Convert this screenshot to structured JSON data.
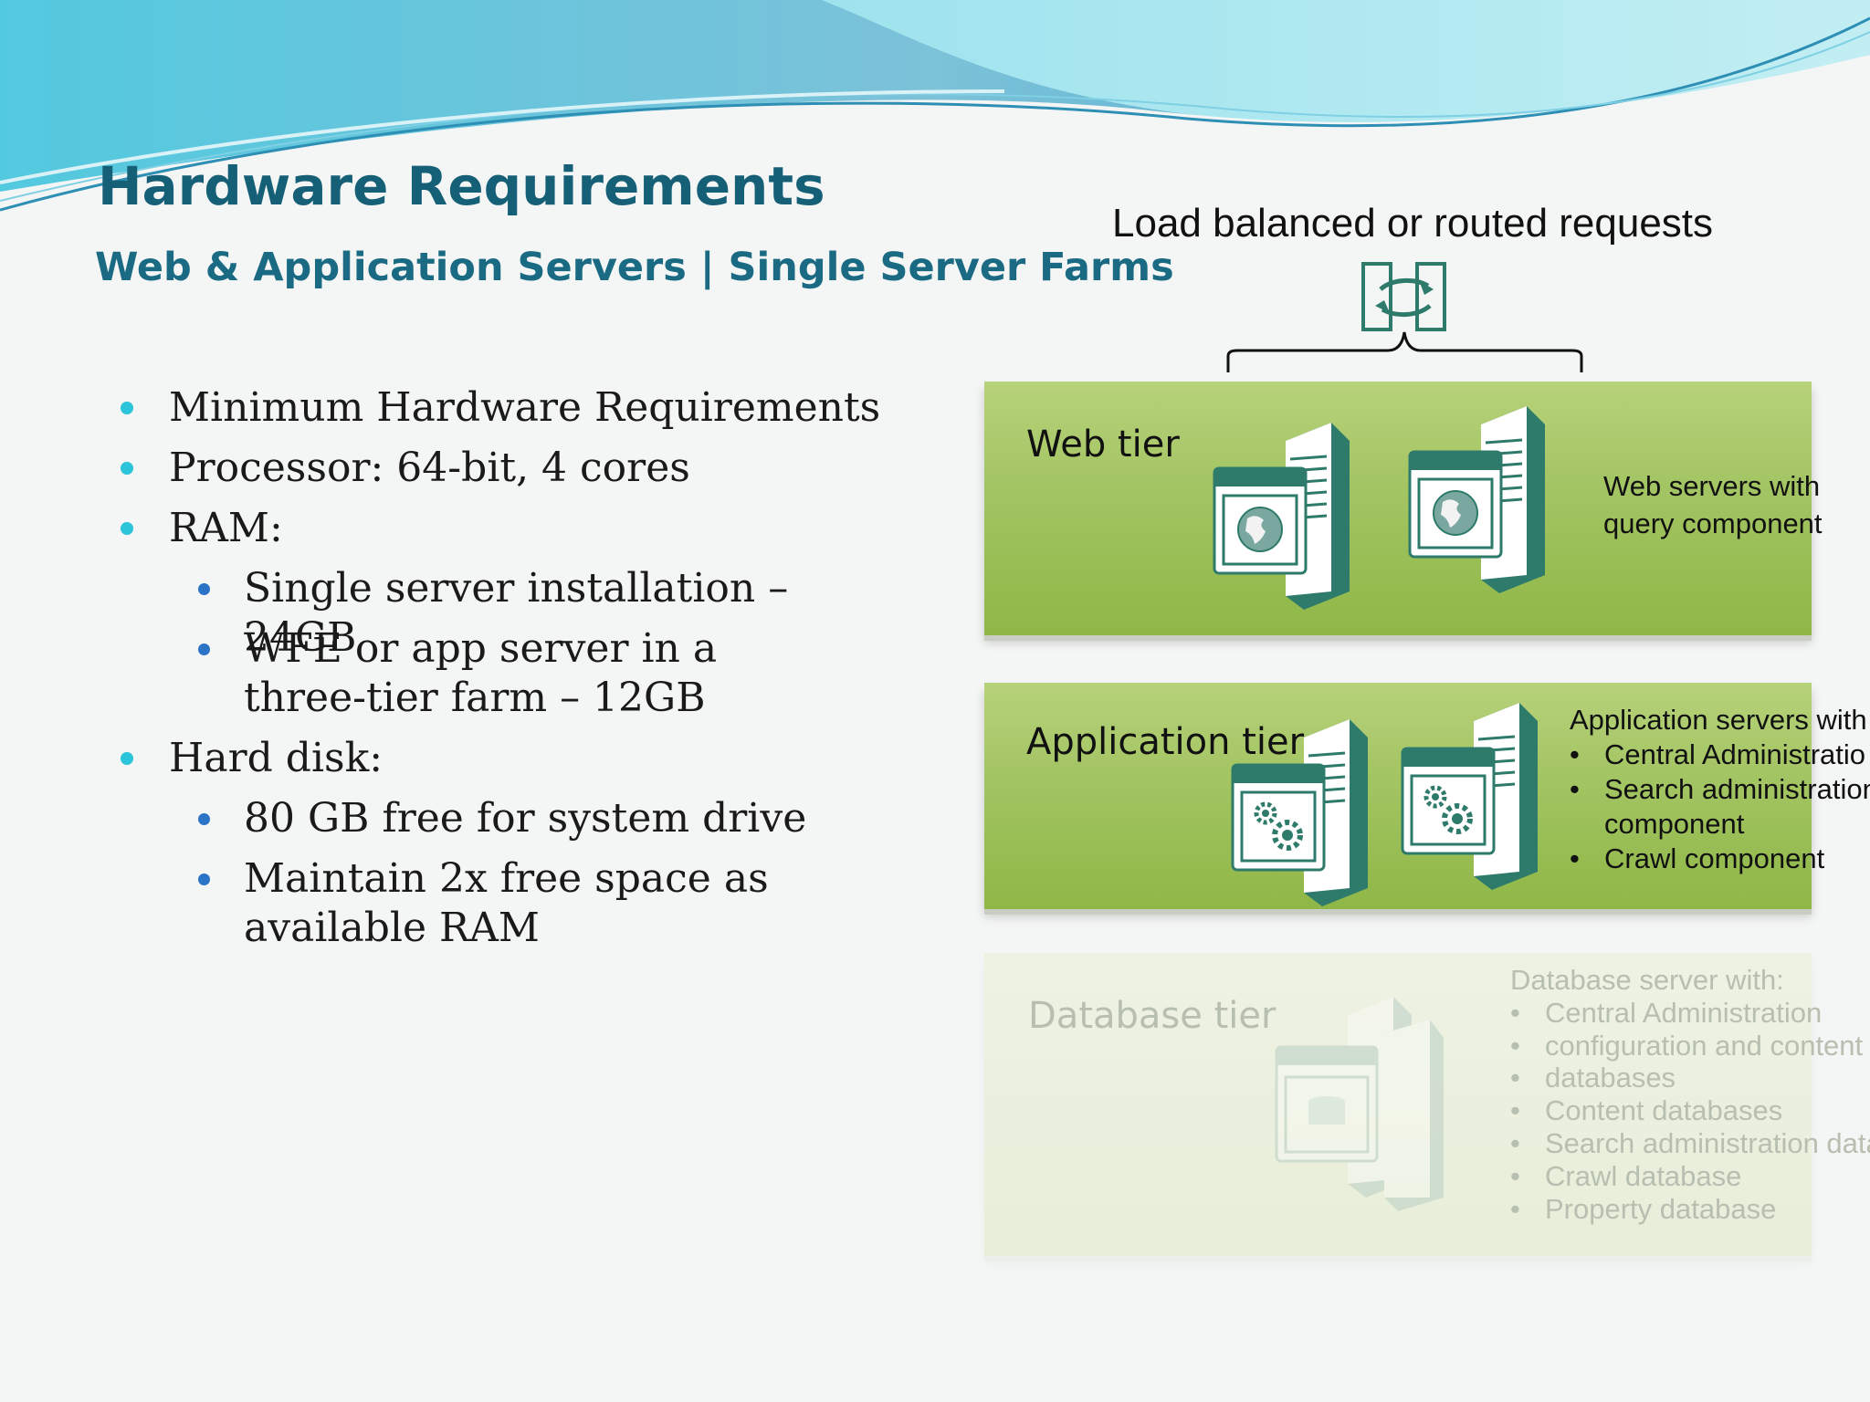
{
  "slide": {
    "title": "Hardware Requirements",
    "subtitle": "Web & Application Servers | Single Server Farms"
  },
  "bullets": [
    {
      "text": "Minimum Hardware Requirements",
      "level": 1
    },
    {
      "text": "Processor: 64-bit, 4 cores",
      "level": 1
    },
    {
      "text": "RAM:",
      "level": 1
    },
    {
      "text": "Single server installation – 24GB",
      "level": 2
    },
    {
      "text": "WFE or app server in a three-tier farm – 12GB",
      "level": 2
    },
    {
      "text": "Hard disk:",
      "level": 1
    },
    {
      "text": "80 GB free for system drive",
      "level": 2
    },
    {
      "text": "Maintain 2x free space as available RAM",
      "level": 2
    }
  ],
  "diagram": {
    "load_balancer_label": "Load balanced or routed requests",
    "load_balancer_icon": "swap-arrows-icon",
    "web_tier": {
      "label": "Web tier",
      "description": [
        "Web servers with",
        "query component"
      ],
      "server_icon": "globe-server-icon"
    },
    "app_tier": {
      "label": "Application tier",
      "heading": "Application servers with",
      "items": [
        "Central Administratio",
        "Search administration",
        "component",
        "Crawl component"
      ],
      "server_icon": "gear-server-icon"
    },
    "db_tier": {
      "label": "Database tier",
      "heading": "Database server with:",
      "items": [
        "Central Administration",
        "configuration and content",
        "databases",
        "Content databases",
        "Search administration data",
        "Crawl database",
        "Property database"
      ],
      "server_icon": "database-server-icon"
    }
  },
  "colors": {
    "title": "#155f77",
    "subtitle": "#1a6a83",
    "bullet_level1": "#2bc4d8",
    "bullet_level2": "#2a73c6",
    "tier_green": "#9dc05b",
    "server_teal": "#2e7b6b"
  }
}
